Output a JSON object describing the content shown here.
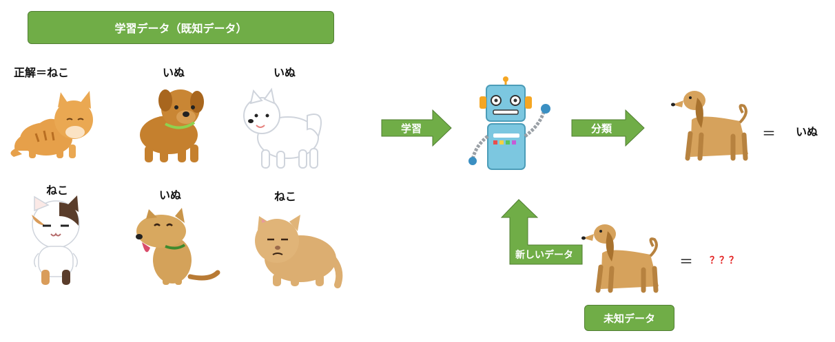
{
  "header": {
    "title": "学習データ（既知データ）"
  },
  "training": {
    "labels": [
      "正解＝ねこ",
      "いぬ",
      "いぬ",
      "ねこ",
      "いぬ",
      "ねこ"
    ]
  },
  "arrows": {
    "learn": "学習",
    "classify": "分類",
    "new_data": "新しいデータ"
  },
  "result": {
    "equals": "＝",
    "prediction": "いぬ"
  },
  "unknown": {
    "equals": "＝",
    "value": "？？？",
    "label": "未知データ"
  },
  "colors": {
    "accent": "#70ad47",
    "accent_border": "#507e32",
    "question": "#e32323"
  }
}
